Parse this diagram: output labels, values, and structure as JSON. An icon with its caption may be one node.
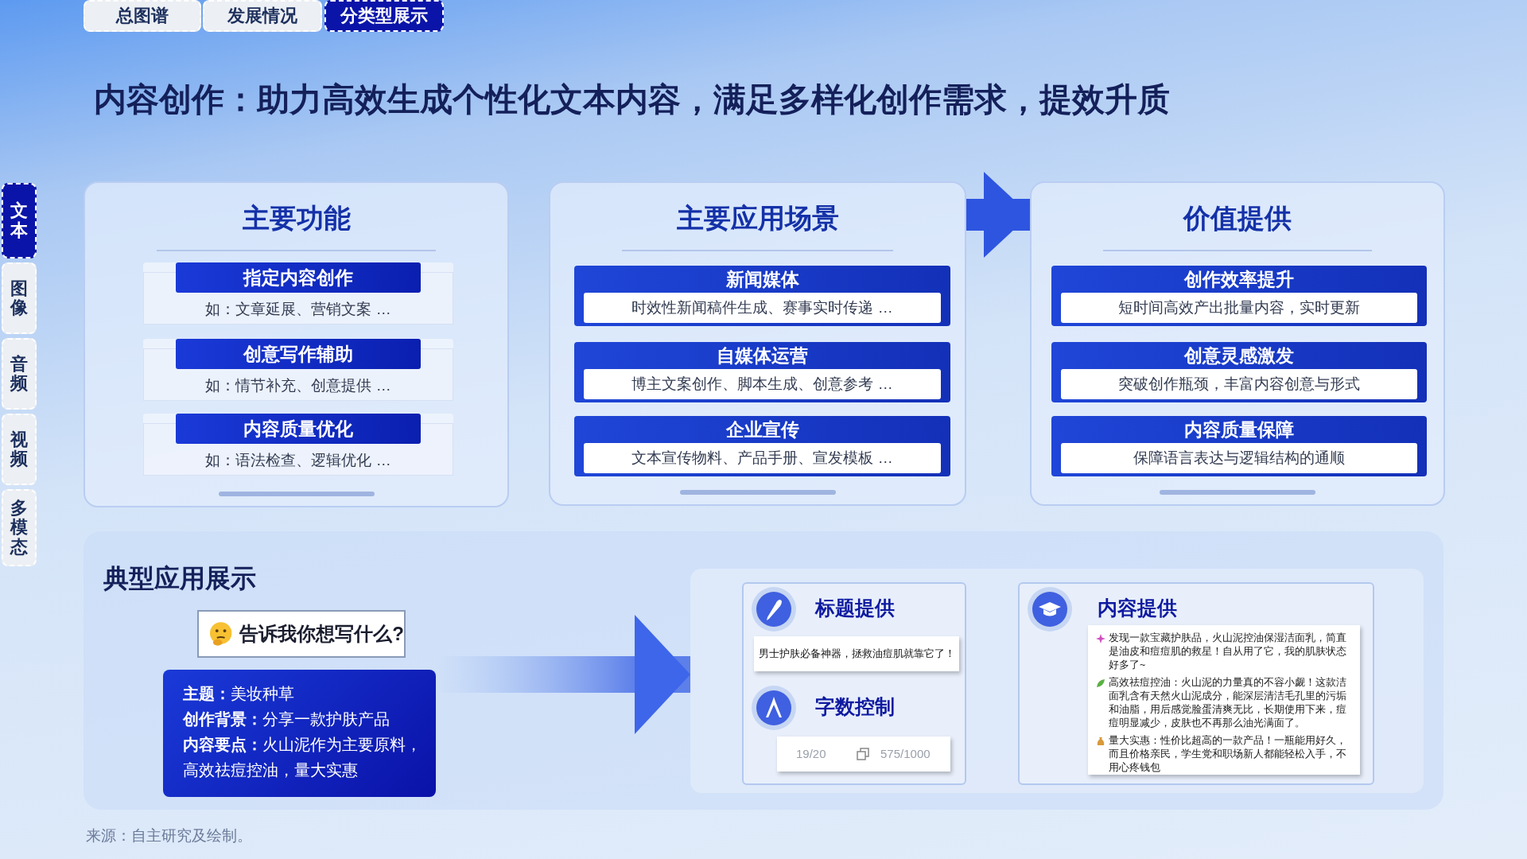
{
  "diagram": {
    "title": "内容创作：助力高效生成个性化文本内容，满足多样化创作需求，提效升质",
    "nodes": [
      {
        "text": [
          "主要功能"
        ]
      },
      {
        "text": [
          "指定内容创作",
          "如：文章延展、营销文案 …"
        ],
        "in": 0
      },
      {
        "text": [
          "创意写作辅助",
          "如：情节补充、创意提供 …"
        ],
        "in": 0
      },
      {
        "text": [
          "内容质量优化",
          "如：语法检查、逻辑优化 …"
        ],
        "in": 0
      },
      {
        "text": [
          "主要应用场景"
        ]
      },
      {
        "text": [
          "新闻媒体",
          "时效性新闻稿件生成、赛事实时传递 …"
        ],
        "in": 4
      },
      {
        "text": [
          "自媒体运营",
          "博主文案创作、脚本生成、创意参考 …"
        ],
        "in": 4
      },
      {
        "text": [
          "企业宣传",
          "文本宣传物料、产品手册、宣发模板 …"
        ],
        "in": 4
      },
      {
        "text": [
          "价值提供"
        ]
      },
      {
        "text": [
          "创作效率提升",
          "短时间高效产出批量内容，实时更新"
        ],
        "in": 8
      },
      {
        "text": [
          "创意灵感激发",
          "突破创作瓶颈，丰富内容创意与形式"
        ],
        "in": 8
      },
      {
        "text": [
          "内容质量保障",
          "保障语言表达与逻辑结构的通顺"
        ],
        "in": 8
      },
      {
        "text": [
          "典型应用展示"
        ]
      },
      {
        "text": [
          "告诉我你想写什么?"
        ],
        "in": 12
      },
      {
        "text": [
          "**主题：**美妆种草",
          "**创作背景：**分享一款护肤产品",
          "**内容要点：**火山泥作为主要原料，高效祛痘控油，量大实惠"
        ],
        "in": 12
      },
      {
        "text": [],
        "shape": "box",
        "in": 12
      },
      {
        "text": [
          "标题提供",
          "男士护肤必备神器，拯救油痘肌就靠它了！",
          "字数控制",
          "19/20",
          "575/1000"
        ],
        "in": 15
      },
      {
        "text": [
          "内容提供",
          "发现一款宝藏护肤品，火山泥控油保湿洁面乳，简直是油皮和痘痘肌的救星！自从用了它，我的肌肤状态好多了~",
          "高效祛痘控油：火山泥的力量真的不容小觑！这款洁面乳含有天然火山泥成分，能深层清洁毛孔里的污垢和油脂，用后感觉脸蛋清爽无比，长期使用下来，痘痘明显减少，皮肤也不再那么油光满面了。",
          "量大实惠：性价比超高的一款产品！一瓶能用好久，而且价格亲民，学生党和职场新人都能轻松入手，不用心疼钱包"
        ],
        "in": 15
      }
    ],
    "edges": [
      {
        "from": 4,
        "to": 8,
        "arrow": "to"
      },
      {
        "from": 14,
        "to": 15,
        "arrow": "to"
      }
    ],
    "labels": [
      "总图谱",
      "发展情况",
      "分类型展示",
      "文本",
      "图像",
      "音频",
      "视频",
      "多模态",
      "来源：自主研究及绘制。"
    ]
  }
}
